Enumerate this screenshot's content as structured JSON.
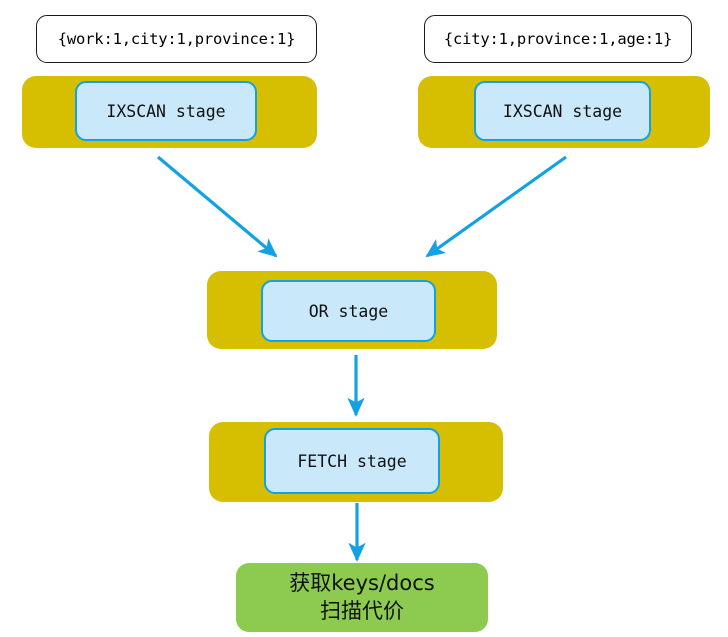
{
  "diagram": {
    "title": "MongoDB query plan stage tree",
    "colors": {
      "gold": "#D6BE00",
      "stage_fill": "#C9E9FA",
      "stage_border": "#12A2E4",
      "arrow": "#12A2E4",
      "green": "#8CCB50",
      "background": "#FFFFFF",
      "key_border": "#1A1A1A"
    },
    "index_keys": [
      {
        "id": "key-left",
        "text": "{work:1,city:1,province:1}"
      },
      {
        "id": "key-right",
        "text": "{city:1,province:1,age:1}"
      }
    ],
    "stages": [
      {
        "id": "ixscan-left",
        "label": "IXSCAN stage"
      },
      {
        "id": "ixscan-right",
        "label": "IXSCAN stage"
      },
      {
        "id": "or",
        "label": "OR stage"
      },
      {
        "id": "fetch",
        "label": "FETCH stage"
      }
    ],
    "result": {
      "line1": "获取keys/docs",
      "line2": "扫描代价"
    },
    "edges": [
      {
        "from": "ixscan-left",
        "to": "or",
        "kind": "diagonal-right-down"
      },
      {
        "from": "ixscan-right",
        "to": "or",
        "kind": "diagonal-left-down"
      },
      {
        "from": "or",
        "to": "fetch",
        "kind": "vertical"
      },
      {
        "from": "fetch",
        "to": "result",
        "kind": "vertical"
      }
    ]
  }
}
